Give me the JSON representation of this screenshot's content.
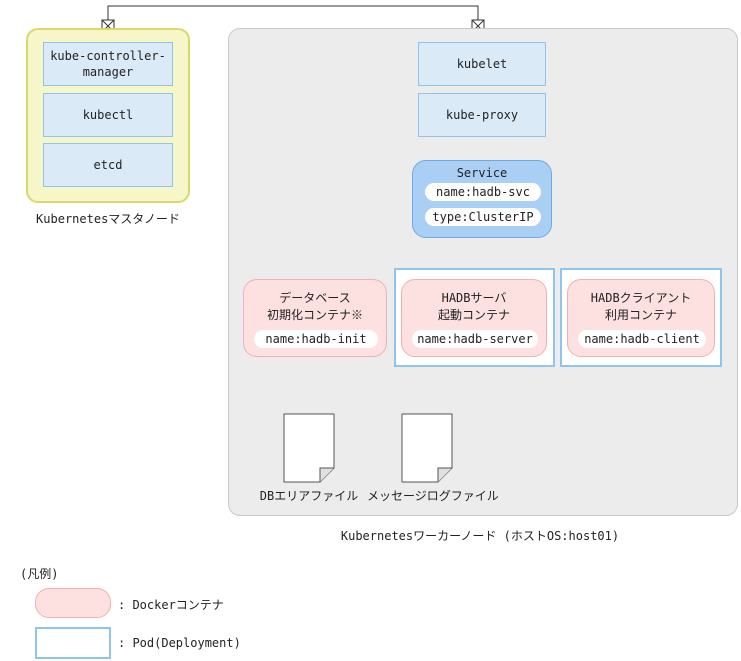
{
  "master": {
    "components": [
      "kube-controller-\nmanager",
      "kubectl",
      "etcd"
    ],
    "label": "Kubernetesマスタノード"
  },
  "worker": {
    "components": [
      "kubelet",
      "kube-proxy"
    ],
    "label": "Kubernetesワーカーノード (ホストOS:host01)",
    "service": {
      "title": "Service",
      "name": "name:hadb-svc",
      "type": "type:ClusterIP"
    },
    "containers": [
      {
        "title": "データベース\n初期化コンテナ※",
        "name": "name:hadb-init"
      },
      {
        "title": "HADBサーバ\n起動コンテナ",
        "name": "name:hadb-server"
      },
      {
        "title": "HADBクライアント\n利用コンテナ",
        "name": "name:hadb-client"
      }
    ],
    "files": [
      "DBエリアファイル",
      "メッセージログファイル"
    ]
  },
  "legend": {
    "title": "(凡例)",
    "docker": ": Dockerコンテナ",
    "pod": ": Pod(Deployment)"
  }
}
